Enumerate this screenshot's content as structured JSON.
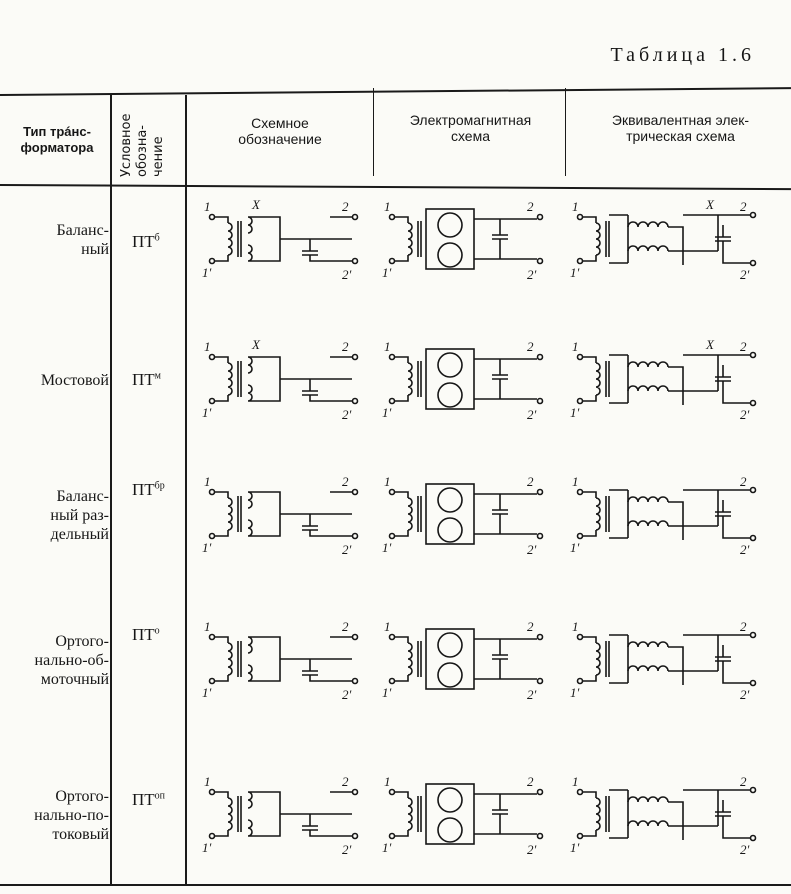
{
  "table_title": "Таблица 1.6",
  "headers": {
    "type": "Тип трансформатора",
    "type_lines": [
      "Тип трáнс-",
      "форматора"
    ],
    "symbol_lines": [
      "Условное",
      "обозна-",
      "чение"
    ],
    "schematic_lines": [
      "Схемное",
      "обозначение"
    ],
    "electromagnetic_lines": [
      "Электромагнитная",
      "схема"
    ],
    "equivalent_lines": [
      "Эквивалентная элек-",
      "трическая  схема"
    ]
  },
  "terminals": {
    "in1": "1",
    "in1p": "1′",
    "out2": "2",
    "out2p": "2′",
    "cross": "X"
  },
  "rows": [
    {
      "type_lines": [
        "Баланс-",
        "ный"
      ],
      "symbol": "ПТ",
      "symbol_sup": "б"
    },
    {
      "type_lines": [
        "Мостовой"
      ],
      "symbol": "ПТ",
      "symbol_sup": "м"
    },
    {
      "type_lines": [
        "Баланс-",
        "ный раз-",
        "дельный"
      ],
      "symbol": "ПТ",
      "symbol_sup": "бр"
    },
    {
      "type_lines": [
        "Ортого-",
        "нально-об-",
        "моточный"
      ],
      "symbol": "ПТ",
      "symbol_sup": "о"
    },
    {
      "type_lines": [
        "Ортого-",
        "нально-по-",
        "токовый"
      ],
      "symbol": "ПТ",
      "symbol_sup": "оп"
    }
  ]
}
